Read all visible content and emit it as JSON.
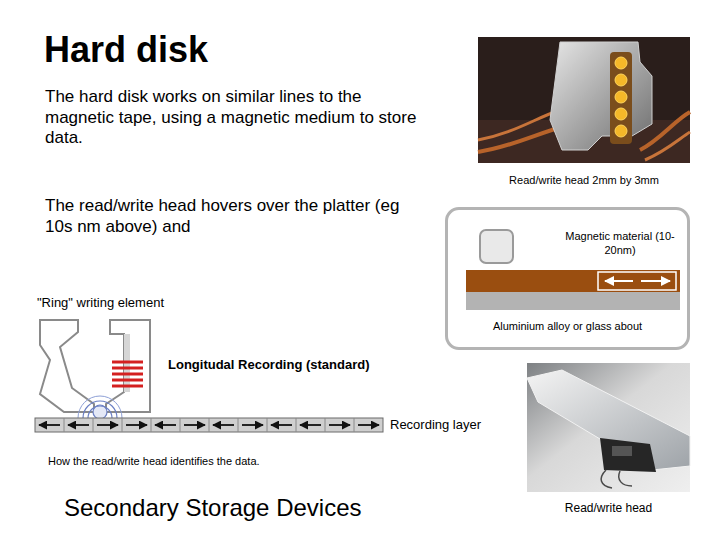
{
  "diagram": {
    "title": "Hard disk",
    "nodes": [
      {
        "text": [
          "Magnetic material (10-20nm)",
          "Aluminium alloy or glass about"
        ]
      }
    ],
    "labels": [
      "The hard disk works on similar lines to the magnetic tape, using a magnetic medium to store data.",
      "Read/write head 2mm by 3mm",
      "The read/write head hovers over the platter (eg 10s nm above) and",
      "\"Ring\" writing element",
      "Longitudal Recording (standard)",
      "Recording layer",
      "How the read/write head identifies the data.",
      "Read/write head",
      "Secondary Storage Devices"
    ]
  }
}
